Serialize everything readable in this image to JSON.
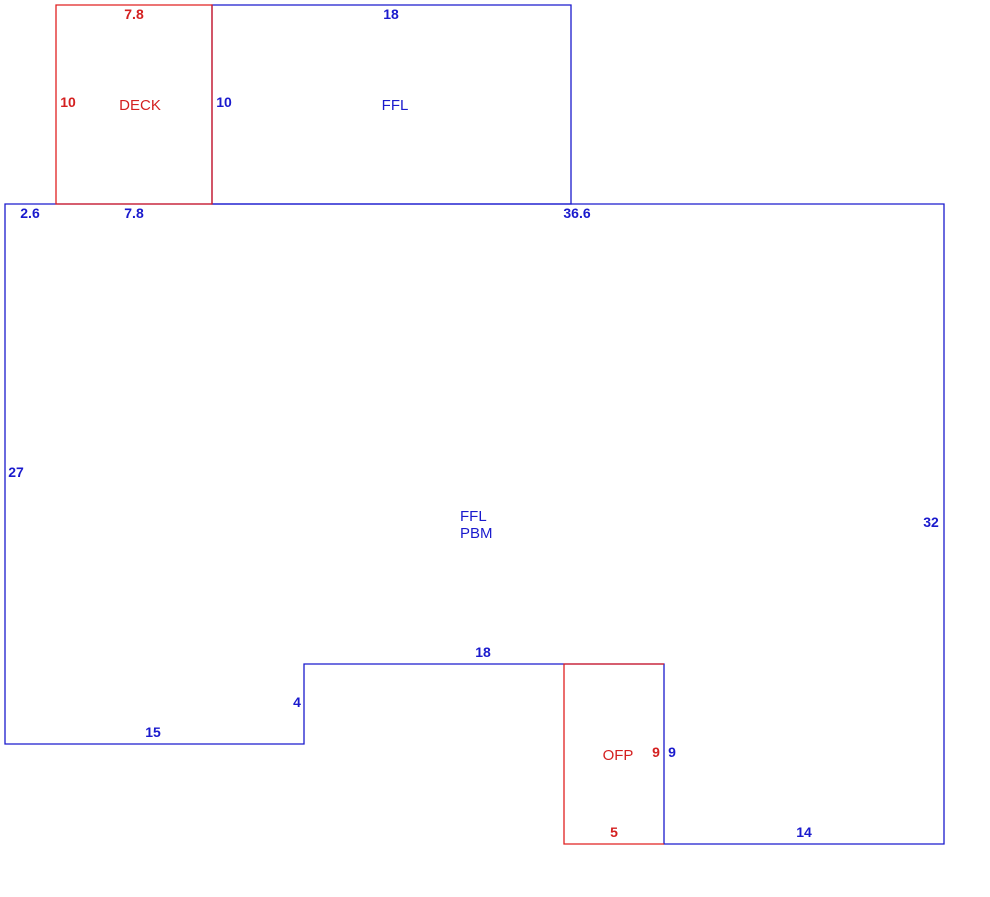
{
  "colors": {
    "living": "#1a1acd",
    "porch": "#d42020",
    "background": "#ffffff"
  },
  "areas": {
    "deck": {
      "label": "DECK"
    },
    "ffl_upper": {
      "label": "FFL"
    },
    "main": {
      "line1": "FFL",
      "line2": "PBM"
    },
    "ofp": {
      "label": "OFP"
    }
  },
  "dimensions": {
    "deck_top": "7.8",
    "deck_left": "10",
    "deck_right": "10",
    "deck_bottom": "7.8",
    "upper_top": "18",
    "main_top_left": "2.6",
    "main_top_right": "36.6",
    "main_left": "27",
    "main_right": "32",
    "notch_top": "18",
    "notch_left": "4",
    "bottom_left": "15",
    "ofp_left": "9",
    "ofp_right": "9",
    "ofp_bottom": "5",
    "bottom_right": "14"
  }
}
